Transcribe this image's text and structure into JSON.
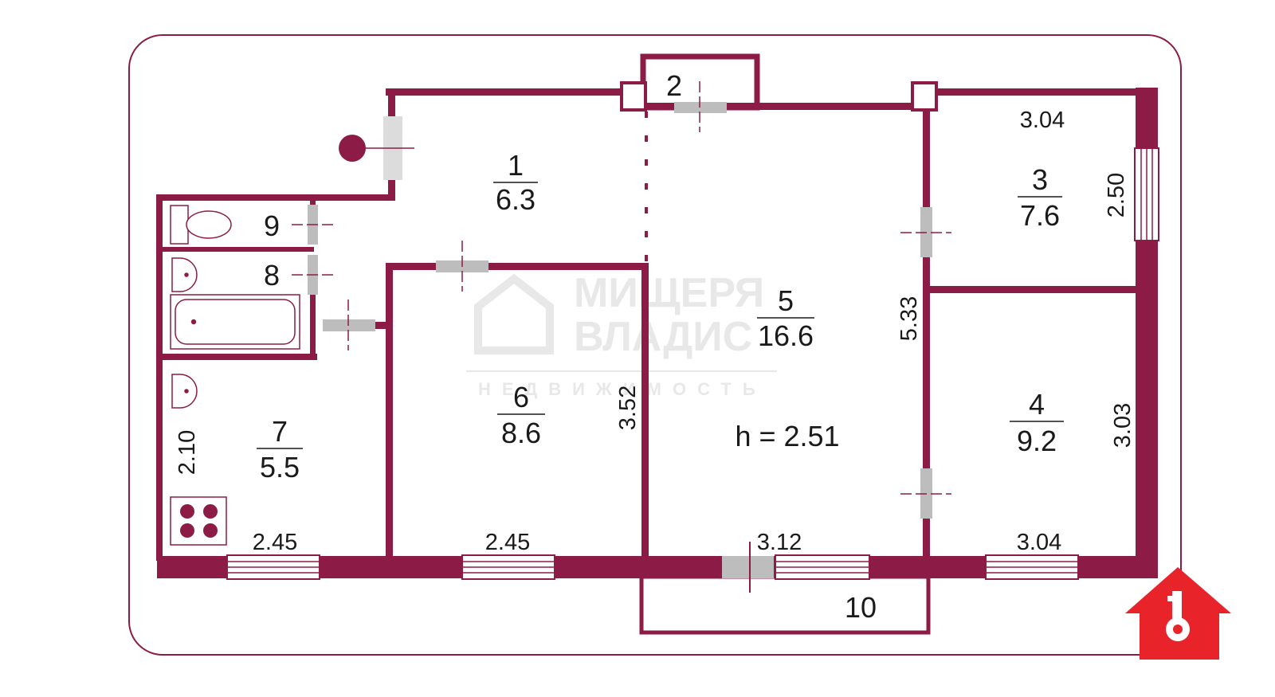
{
  "colors": {
    "wall": "#8c1c45",
    "frame": "#8c1c45",
    "door": "#bdbdbd",
    "logo": "#e8232a",
    "watermark": "#e6e6e6"
  },
  "watermark": {
    "line1": "МИЩЕРЯ",
    "line2": "ВЛАДИС",
    "line3": "НЕДВИЖИМОСТЬ"
  },
  "logo_icon": "house-key-icon",
  "rooms": [
    {
      "number": "1",
      "area": "6.3"
    },
    {
      "number": "2",
      "area": ""
    },
    {
      "number": "3",
      "area": "7.6"
    },
    {
      "number": "4",
      "area": "9.2"
    },
    {
      "number": "5",
      "area": "16.6"
    },
    {
      "number": "6",
      "area": "8.6"
    },
    {
      "number": "7",
      "area": "5.5"
    },
    {
      "number": "8",
      "area": ""
    },
    {
      "number": "9",
      "area": ""
    },
    {
      "number": "10",
      "area": ""
    }
  ],
  "ceiling_height": "h = 2.51",
  "dimensions": {
    "room3_width": "3.04",
    "room3_height": "2.50",
    "room5_height": "5.33",
    "room6_height": "3.52",
    "room4_height": "3.03",
    "room7_height": "2.10",
    "bottom_7": "2.45",
    "bottom_6": "2.45",
    "bottom_5": "3.12",
    "bottom_4": "3.04"
  }
}
